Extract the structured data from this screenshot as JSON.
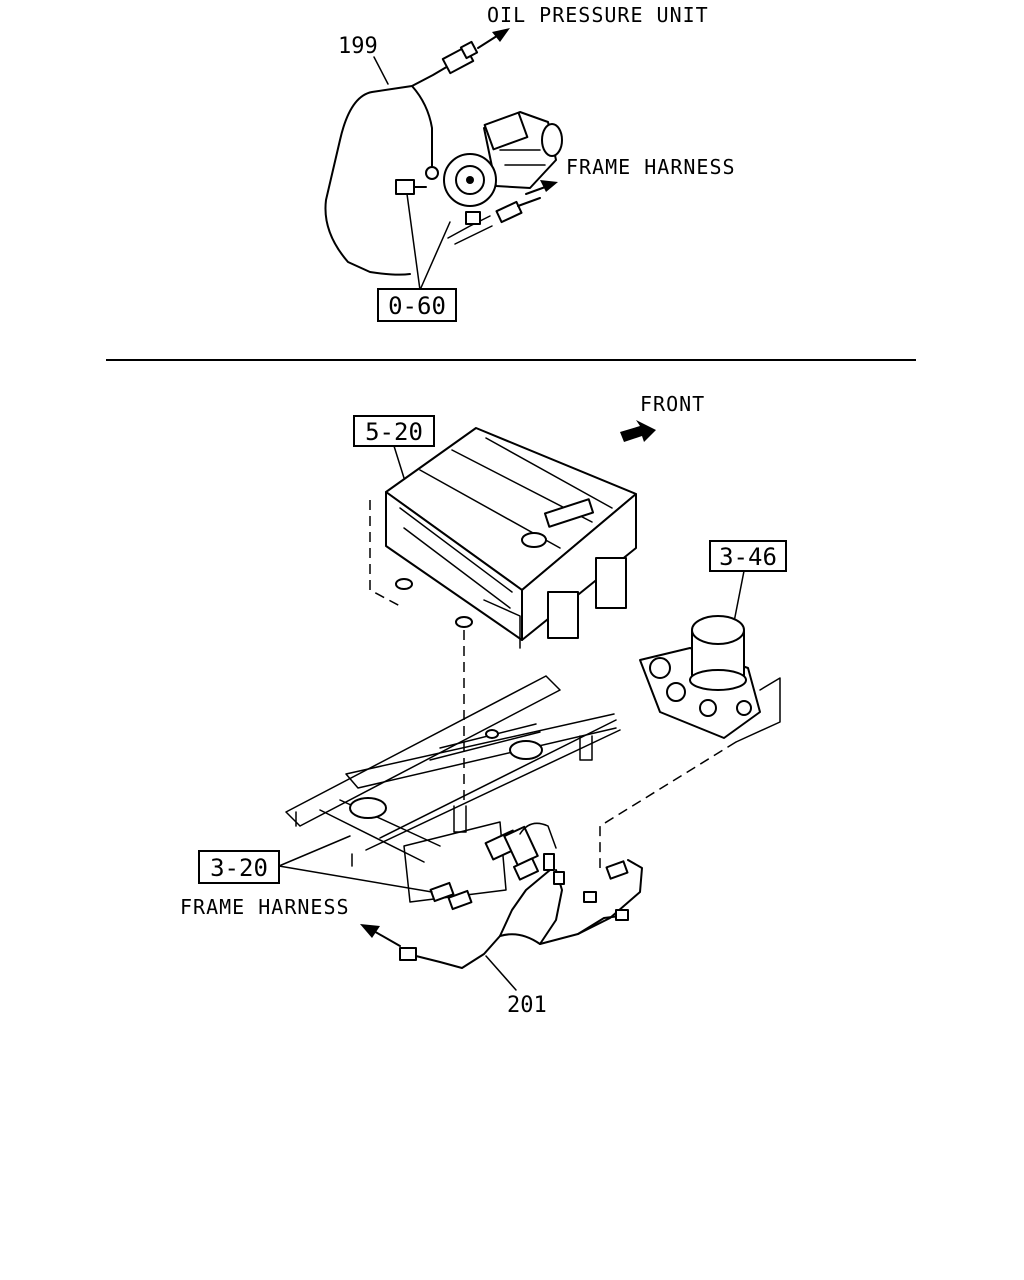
{
  "top_section": {
    "part_number": "199",
    "label_oil_pressure": "OIL PRESSURE UNIT",
    "label_frame_harness": "FRAME HARNESS",
    "ref_box": "0-60"
  },
  "bottom_section": {
    "label_front": "FRONT",
    "ref_battery": "5-20",
    "ref_air_dryer": "3-46",
    "ref_valves": "3-20",
    "label_frame_harness": "FRAME HARNESS",
    "part_number": "201"
  },
  "colors": {
    "line": "#000000",
    "background": "#ffffff"
  }
}
